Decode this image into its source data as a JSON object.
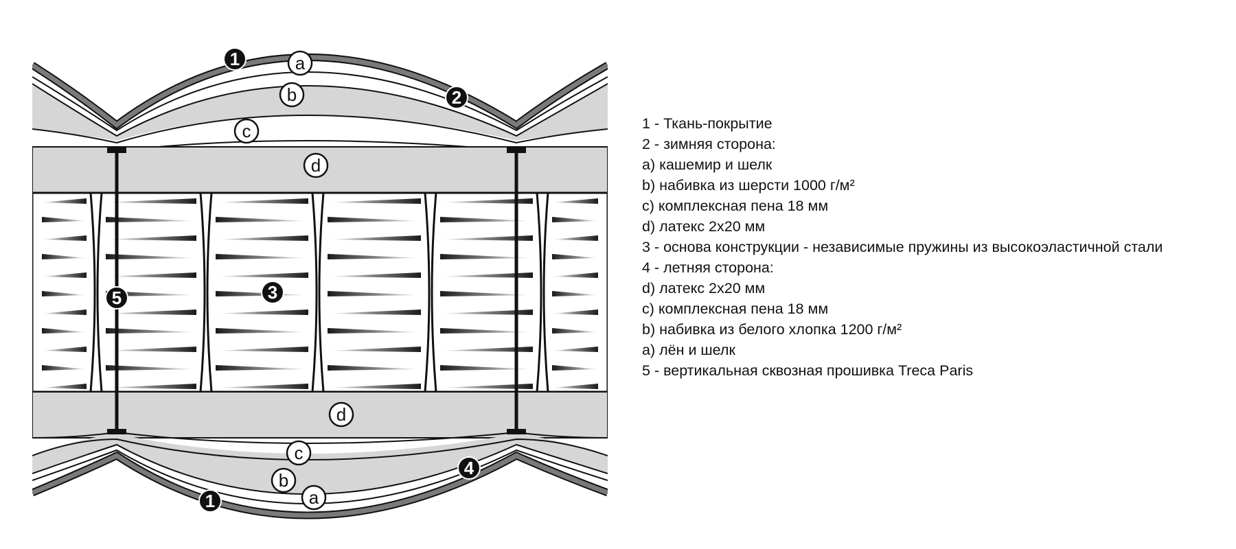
{
  "diagram": {
    "markers": {
      "top_cover": "1",
      "winter_side": "2",
      "top_a": "a",
      "top_b": "b",
      "top_c": "c",
      "top_d": "d",
      "springs": "3",
      "stitching": "5",
      "bottom_d": "d",
      "bottom_c": "c",
      "bottom_b": "b",
      "bottom_a": "a",
      "summer_side": "4",
      "bottom_cover": "1"
    }
  },
  "legend": {
    "items": [
      "1 - Ткань-покрытие",
      "2 - зимняя сторона:",
      "a) кашемир и шелк",
      "b) набивка из шерсти 1000 г/м²",
      "c) комплексная пена 18 мм",
      "d) латекс 2x20 мм",
      "3 - основа конструкции - независимые пружины из высокоэластичной стали",
      "4 - летняя сторона:",
      "d) латекс 2x20 мм",
      "c) комплексная пена 18 мм",
      "b) набивка из белого хлопка 1200 г/м²",
      "a) лён и шелк",
      "5 - вертикальная сквозная прошивка Treca Paris"
    ]
  },
  "colors": {
    "cover_fabric": "#7a7a7a",
    "layer_fill": "#d6d6d6",
    "outline": "#111111",
    "spring_dark": "#2a2a2a"
  }
}
